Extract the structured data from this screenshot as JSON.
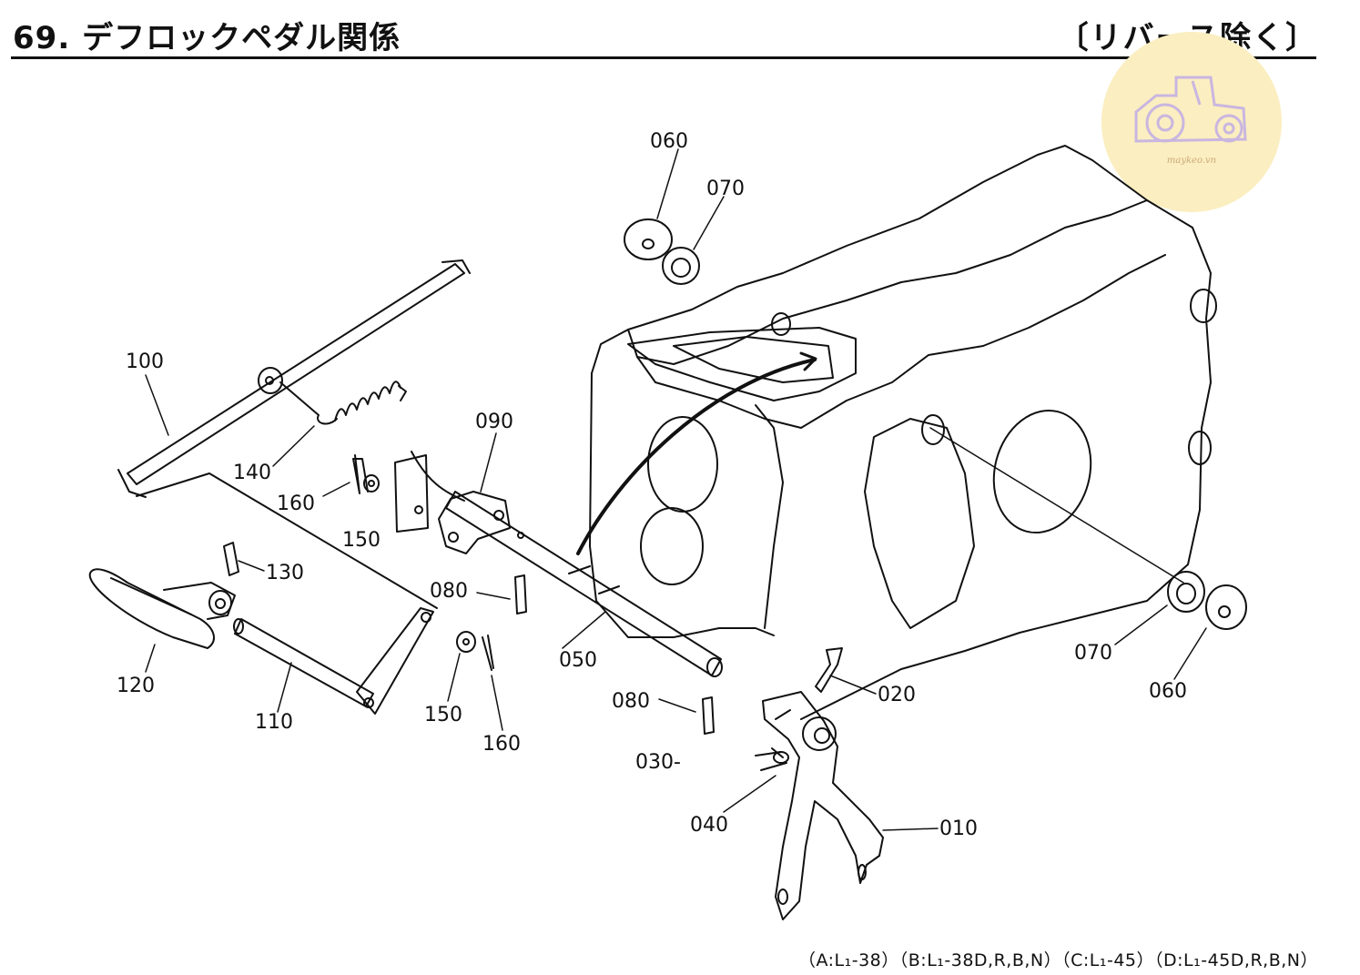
{
  "header": {
    "title": "69. デフロックペダル関係",
    "subtitle": "〔リバース除く〕"
  },
  "watermark": {
    "text": "maykeo.vn",
    "color": "#fbeec0"
  },
  "labels": {
    "l060a": "060",
    "l070a": "070",
    "l100": "100",
    "l090": "090",
    "l140": "140",
    "l160a": "160",
    "l150a": "150",
    "l130": "130",
    "l080a": "080",
    "l120": "120",
    "l050": "050",
    "l110": "110",
    "l150b": "150",
    "l160b": "160",
    "l080b": "080",
    "l020": "020",
    "l030": "030-",
    "l040": "040",
    "l010": "010",
    "l070b": "070",
    "l060b": "060"
  },
  "footer": {
    "models": "（A:L₁-38）（B:L₁-38D,R,B,N）（C:L₁-45）（D:L₁-45D,R,B,N）"
  }
}
